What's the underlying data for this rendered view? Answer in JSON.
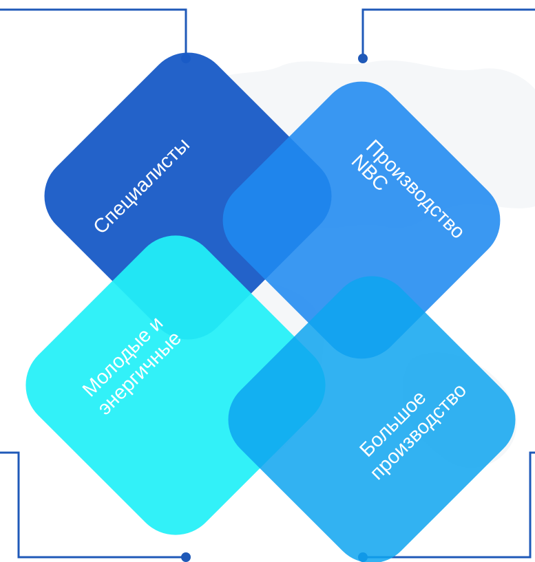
{
  "colors": {
    "connector": "#1f59b8",
    "specialists": "#1a5cc7",
    "production_nbc": "#1f8af0",
    "young": "#22f0f7",
    "big_production": "#0ea4f0",
    "background": "#ffffff",
    "text": "#ffffff"
  },
  "tiles": {
    "specialists": {
      "label": "Специалисты"
    },
    "production_nbc": {
      "line1": "Производство",
      "line2": "NBC"
    },
    "young": {
      "line1": "Молодые и",
      "line2": "энергичные"
    },
    "big_production": {
      "line1": "Большое",
      "line2": "производство"
    }
  },
  "decor": {
    "background": "world-map-watermark"
  }
}
